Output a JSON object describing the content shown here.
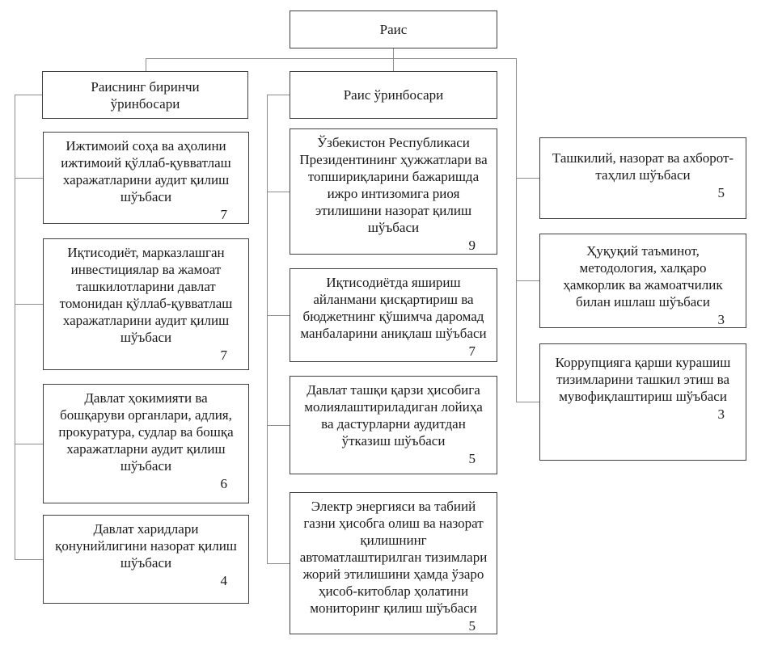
{
  "org": {
    "chairman": {
      "label": "Раис"
    },
    "first_deputy": {
      "label": "Раиснинг биринчи ўринбосари"
    },
    "deputy": {
      "label": "Раис ўринбосари"
    },
    "left": [
      {
        "label": "Ижтимоий соҳа ва аҳолини ижтимоий қўллаб-қувватлаш харажатларини аудит қилиш шўъбаси",
        "count": "7"
      },
      {
        "label": "Иқтисодиёт, марказлашган инвестициялар ва жамоат ташкилотларини давлат томонидан қўллаб-қувватлаш харажатларини аудит қилиш шўъбаси",
        "count": "7"
      },
      {
        "label": "Давлат ҳокимияти ва бошқаруви органлари, адлия, прокуратура, судлар ва бошқа харажатларни аудит қилиш шўъбаси",
        "count": "6"
      },
      {
        "label": "Давлат харидлари қонунийлигини назорат қилиш шўъбаси",
        "count": "4"
      }
    ],
    "middle": [
      {
        "label": "Ўзбекистон Республикаси Президентининг ҳужжатлари ва топшириқларини бажаришда ижро интизомига риоя этилишини назорат қилиш шўъбаси",
        "count": "9"
      },
      {
        "label": "Иқтисодиётда яшириш айланмани қисқартириш ва бюджетнинг қўшимча даромад манбаларини аниқлаш шўъбаси",
        "count": "7"
      },
      {
        "label": "Давлат ташқи қарзи ҳисобига молиялаштириладиган лойиҳа ва дастурларни аудитдан ўтказиш шўъбаси",
        "count": "5"
      },
      {
        "label": "Электр энергияси ва табиий газни ҳисобга олиш ва назорат қилишнинг автоматлаштирилган тизимлари жорий этилишини ҳамда ўзаро ҳисоб-китоблар ҳолатини мониторинг қилиш шўъбаси",
        "count": "5"
      }
    ],
    "right": [
      {
        "label": "Ташкилий, назорат ва ахборот-таҳлил шўъбаси",
        "count": "5"
      },
      {
        "label": "Ҳуқуқий таъминот, методология, халқаро ҳамкорлик ва жамоатчилик билан ишлаш шўъбаси",
        "count": "3"
      },
      {
        "label": "Коррупцияга қарши курашиш тизимларини ташкил этиш ва мувофиқлаштириш шўъбаси",
        "count": "3"
      }
    ]
  },
  "colors": {
    "background": "#ffffff",
    "box_border": "#3f3f3f",
    "connector": "#8c8c8c",
    "text": "#1a1a1a"
  }
}
